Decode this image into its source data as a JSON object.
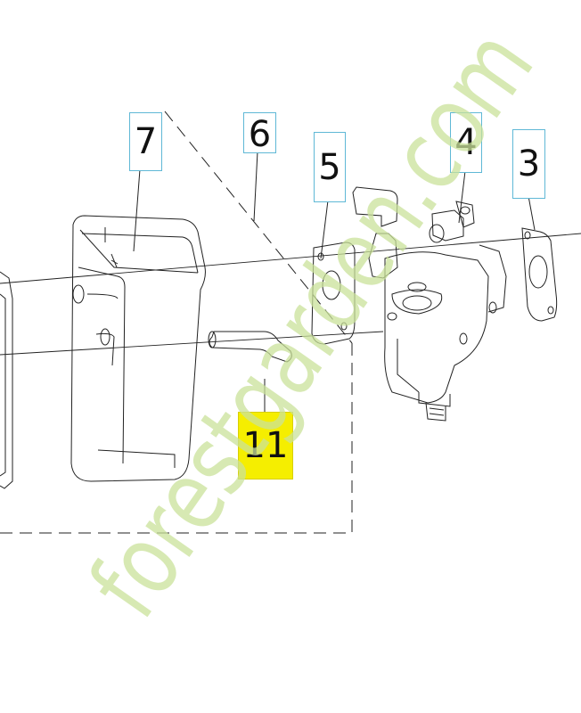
{
  "diagram": {
    "callouts": [
      {
        "id": "7",
        "label": "7"
      },
      {
        "id": "6",
        "label": "6"
      },
      {
        "id": "5",
        "label": "5"
      },
      {
        "id": "4",
        "label": "4"
      },
      {
        "id": "3",
        "label": "3"
      },
      {
        "id": "11",
        "label": "11"
      }
    ],
    "highlight_color": "#f5ee00",
    "callout_border_color": "#5fb8d6"
  },
  "watermark": {
    "text": "forestgarden.com",
    "color_main": "#c9e29a",
    "color_accent": "#f3c48f"
  }
}
